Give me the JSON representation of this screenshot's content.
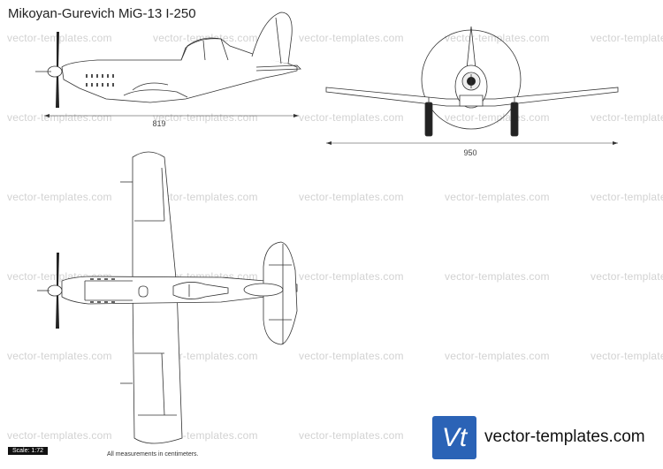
{
  "title": "Mikoyan-Gurevich MiG-13 I-250",
  "watermark": "vector-templates.com",
  "dimensions": {
    "side_length": "819",
    "wingspan": "950"
  },
  "footer": {
    "scale": "Scale: 1:72",
    "note": "All measurements in centimeters.",
    "logo_text": "Vt",
    "brand": "vector-templates.com"
  }
}
